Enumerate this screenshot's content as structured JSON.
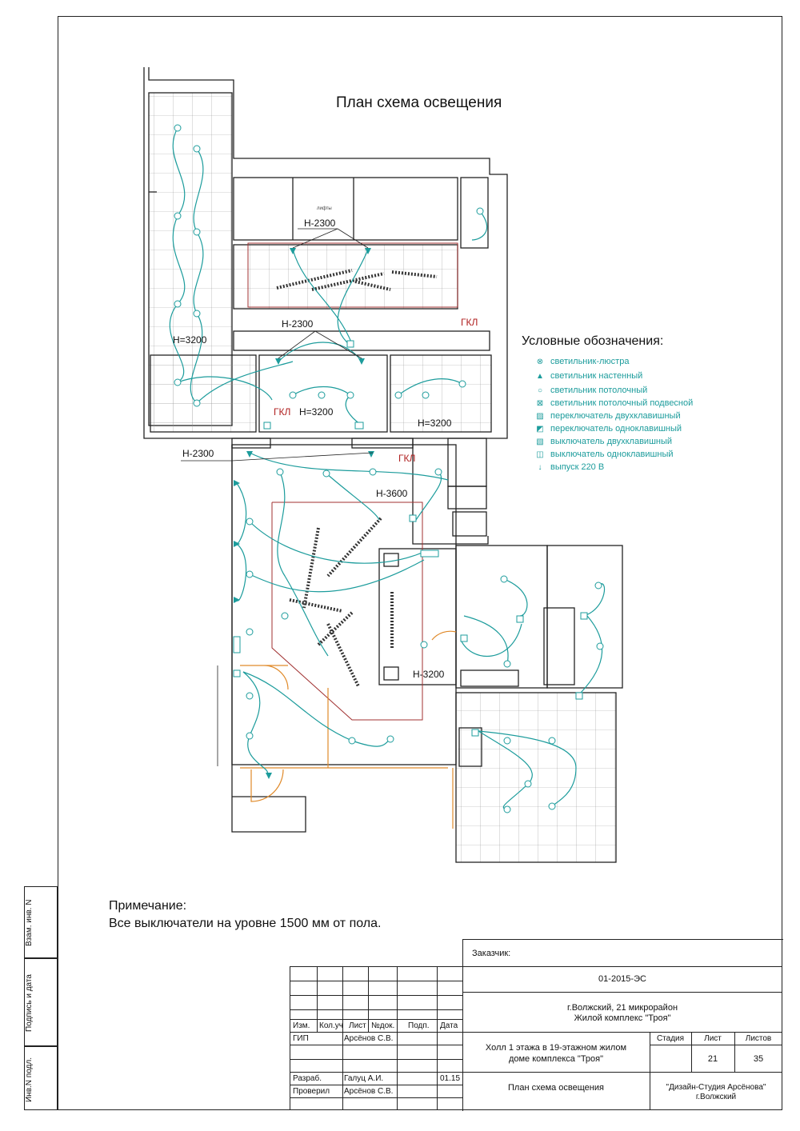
{
  "page_title": "План схема освещения",
  "dimension_labels": {
    "h2300_top": "Н-2300",
    "h2300_mid": "Н-2300",
    "h3200_left": "Н=3200",
    "h3200_center": "Н=3200",
    "h3200_right": "Н=3200",
    "h2300_left": "Н-2300",
    "h3600": "Н-3600",
    "h3200_bottom": "Н-3200"
  },
  "gkl_labels": {
    "gkl_1": "ГКЛ",
    "gkl_2": "ГКЛ",
    "gkl_3": "ГКЛ"
  },
  "lift_label": "лифты",
  "legend": {
    "title": "Условные обозначения:",
    "items": [
      {
        "icon": "⊗",
        "label": "светильник-люстра"
      },
      {
        "icon": "▲",
        "label": "светильник настенный"
      },
      {
        "icon": "○",
        "label": "светильник потолочный"
      },
      {
        "icon": "⊠",
        "label": "светильник потолочный подвесной"
      },
      {
        "icon": "▨",
        "label": "переключатель двухклавишный"
      },
      {
        "icon": "◩",
        "label": "переключатель одноклавишный"
      },
      {
        "icon": "▧",
        "label": "выключатель двухклавишный"
      },
      {
        "icon": "◫",
        "label": "выключатель одноклавишный"
      },
      {
        "icon": "↓",
        "label": "выпуск 220 В"
      }
    ]
  },
  "note": {
    "title": "Примечание:",
    "text": "Все выключатели на уровне 1500 мм от пола."
  },
  "side_strip": {
    "field1": "Взам. инв. N",
    "field2": "Подпись и дата",
    "field3": "Инв.N подл."
  },
  "title_block": {
    "customer_label": "Заказчик:",
    "doc_code": "01-2015-ЭС",
    "address_line1": "г.Волжский, 21 микрорайон",
    "address_line2": "Жилой комплекс \"Троя\"",
    "object_line1": "Холл 1 этажа в 19-этажном жилом",
    "object_line2": "доме комплекса \"Троя\"",
    "sheet_title": "План схема освещения",
    "studio_line1": "\"Дизайн-Студия Арсёнова\"",
    "studio_line2": "г.Волжский",
    "col_headers": [
      "Изм.",
      "Кол.уч",
      "Лист",
      "№док.",
      "Подп.",
      "Дата"
    ],
    "stage_header": "Стадия",
    "sheet_header": "Лист",
    "sheets_header": "Листов",
    "sheet_value": "21",
    "sheets_value": "35",
    "gip_role": "ГИП",
    "gip_name": "Арсёнов С.В.",
    "dev_role": "Разраб.",
    "dev_name": "Галуц А.И.",
    "dev_date": "01.15",
    "check_role": "Проверил",
    "check_name": "Арсёнов С.В."
  },
  "colors": {
    "wiring": "#1c9c9c",
    "walls": "#222222",
    "gkl_outline": "#a03030",
    "doors": "#e08a2a"
  }
}
